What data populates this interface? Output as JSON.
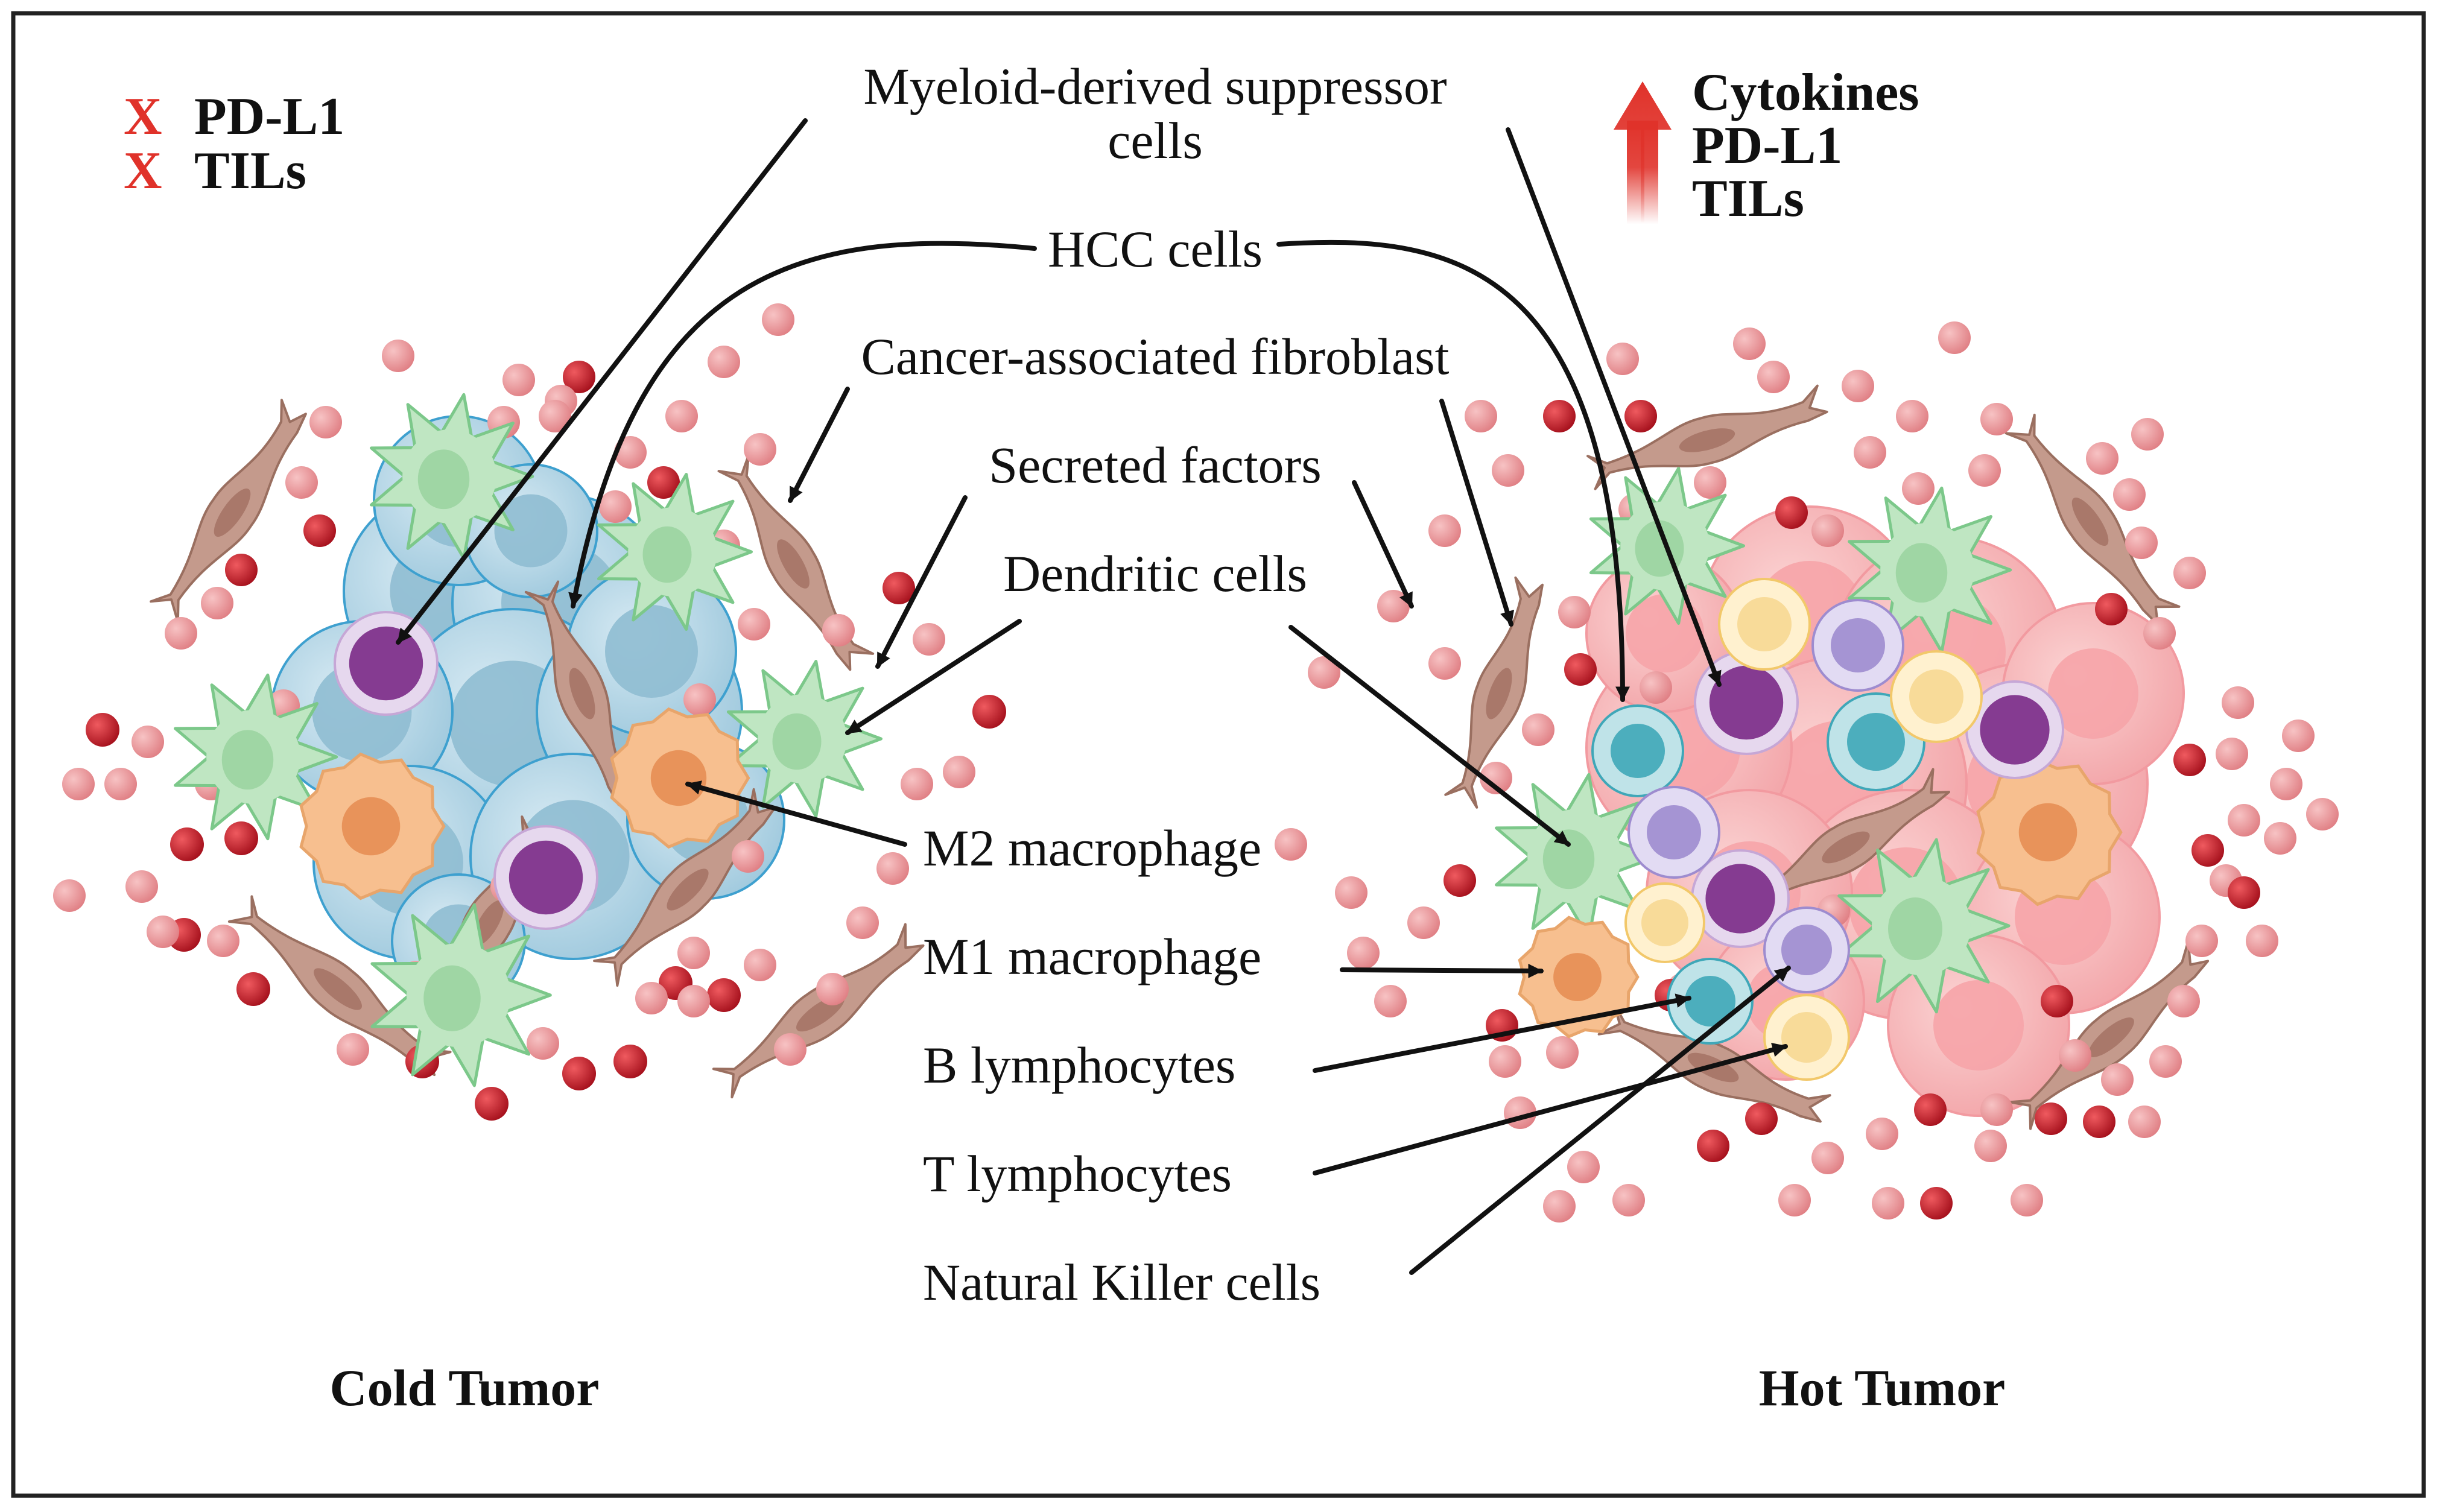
{
  "legend_left": {
    "mark": "X",
    "mark_color": "#e0322a",
    "items": [
      "PD-L1",
      "TILs"
    ]
  },
  "legend_right": {
    "icon": "up-arrow-icon",
    "arrow_color": "#e0322a",
    "items": [
      "Cytokines",
      "PD-L1",
      "TILs"
    ]
  },
  "labels": {
    "mdsc_line1": "Myeloid-derived suppressor",
    "mdsc_line2": "cells",
    "hcc": "HCC cells",
    "caf": "Cancer-associated fibroblast",
    "secreted": "Secreted factors",
    "dendritic": "Dendritic cells",
    "m2": "M2 macrophage",
    "m1": "M1 macrophage",
    "b": "B lymphocytes",
    "t": "T lymphocytes",
    "nk": "Natural Killer cells"
  },
  "panels": {
    "cold_title": "Cold Tumor",
    "hot_title": "Hot Tumor"
  },
  "colors": {
    "border": "#222222",
    "cold_tumor_cell": "#a9cfe0",
    "hot_tumor_cell": "#f6b6b8",
    "dendritic": "#bfe6c2",
    "macrophage": "#f7bf8f",
    "mdsc": "#7a2a86",
    "b_cell": "#3fa7b8",
    "t_cell": "#f7d892",
    "nk_cell": "#9e8ccf",
    "fibroblast": "#c49a8c",
    "secreted_dark": "#b5192a",
    "secreted_light": "#e88f93"
  }
}
